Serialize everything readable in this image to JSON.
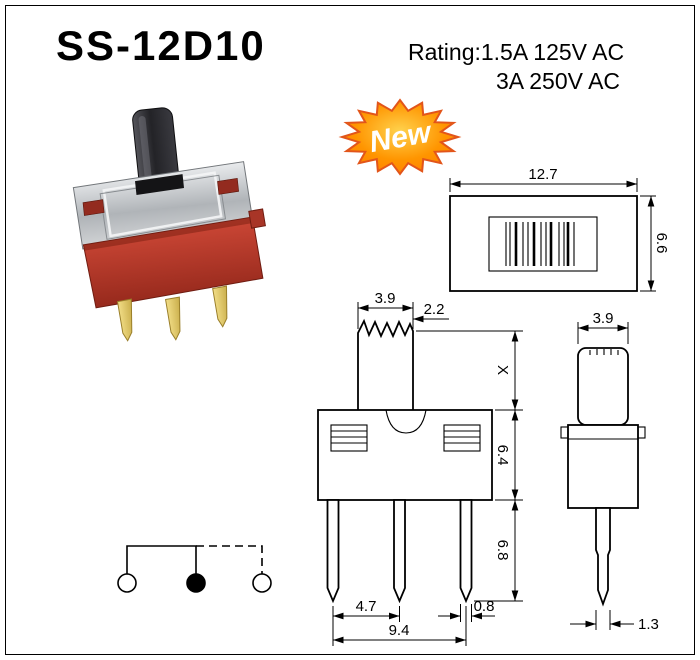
{
  "header": {
    "part_number": "SS-12D10",
    "rating_line1": "Rating:1.5A 125V AC",
    "rating_line2": "3A 250V AC"
  },
  "badge": {
    "label": "New"
  },
  "dimensions": {
    "top_view": {
      "width": "12.7",
      "height": "6.6"
    },
    "front_view": {
      "actuator_width": "3.9",
      "actuator_offset": "2.2",
      "travel": "X",
      "body_height": "6.4",
      "pin_length": "6.8",
      "pin_pitch": "4.7",
      "pin_width": "0.8",
      "pin_span": "9.4"
    },
    "side_view": {
      "actuator_width": "3.9",
      "pin_width": "1.3"
    }
  },
  "colors": {
    "badge_orange": "#ff9500",
    "badge_outline": "#e2551a",
    "switch_red": "#b9402f",
    "hole_red": "#932b1f",
    "knob_black": "#2a2a2e",
    "bracket_silver": "#c6cacd",
    "pin_gold": "#e8d37a"
  }
}
